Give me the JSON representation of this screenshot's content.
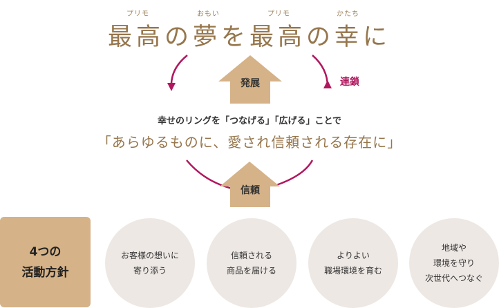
{
  "title": {
    "text": "最高の夢を最高の幸に",
    "ruby": [
      "プリモ",
      "おもい",
      "プリモ",
      "かたち"
    ]
  },
  "cycle": {
    "top_arrow_label": "発展",
    "bottom_arrow_label": "信頼",
    "side_label": "連鎖",
    "sub_text": "幸せのリングを「つなげる」「広げる」ことで",
    "main_text": "「あらゆるものに、愛され信頼される存在に」"
  },
  "policies": {
    "title": "4つの\n活動方針",
    "items": [
      "お客様の想いに\n寄り添う",
      "信頼される\n商品を届ける",
      "よりよい\n職場環境を育む",
      "地域や\n環境を守り\n次世代へつなぐ"
    ]
  },
  "colors": {
    "accent_gold": "#96764c",
    "arrow_tan": "#d5b287",
    "ring_magenta": "#b0175e",
    "circle_bg": "#ede8e4"
  }
}
